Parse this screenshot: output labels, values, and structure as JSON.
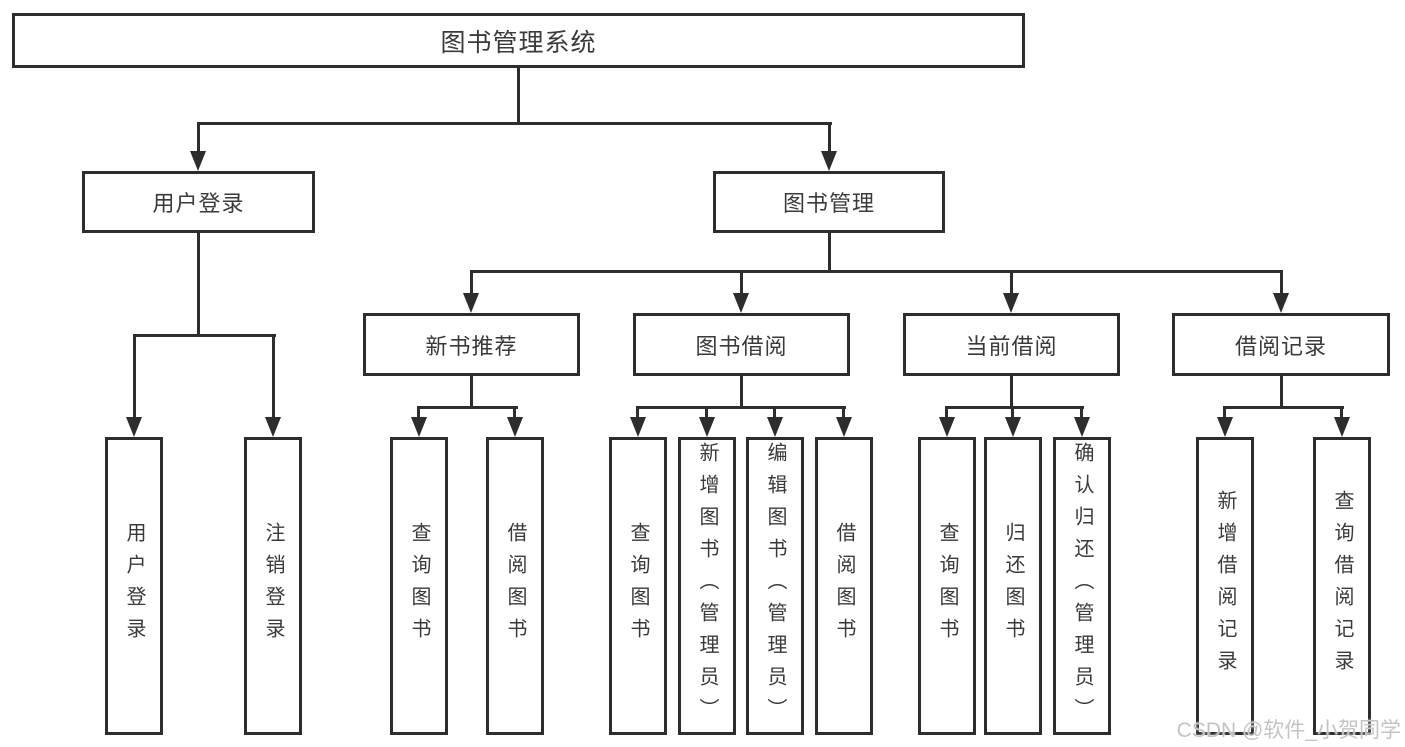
{
  "diagram_type": "hierarchy-tree",
  "colors": {
    "line": "#2d2d2d",
    "text": "#3a3a3a",
    "box_bg": "#ffffff",
    "watermark": "#c4c4c4",
    "background": "#ffffff"
  },
  "watermark": {
    "text": "CSDN @软件_小贺同学"
  },
  "tree": {
    "root": {
      "label": "图书管理系统",
      "children": [
        {
          "label": "用户登录",
          "children": [
            {
              "label": "用户登录"
            },
            {
              "label": "注销登录"
            }
          ]
        },
        {
          "label": "图书管理",
          "children": [
            {
              "label": "新书推荐",
              "children": [
                {
                  "label": "查询图书"
                },
                {
                  "label": "借阅图书"
                }
              ]
            },
            {
              "label": "图书借阅",
              "children": [
                {
                  "label": "查询图书"
                },
                {
                  "label": "新增图书（管理员）"
                },
                {
                  "label": "编辑图书（管理员）"
                },
                {
                  "label": "借阅图书"
                }
              ]
            },
            {
              "label": "当前借阅",
              "children": [
                {
                  "label": "查询图书"
                },
                {
                  "label": "归还图书"
                },
                {
                  "label": "确认归还（管理员）"
                }
              ]
            },
            {
              "label": "借阅记录",
              "children": [
                {
                  "label": "新增借阅记录"
                },
                {
                  "label": "查询借阅记录"
                }
              ]
            }
          ]
        }
      ]
    }
  }
}
